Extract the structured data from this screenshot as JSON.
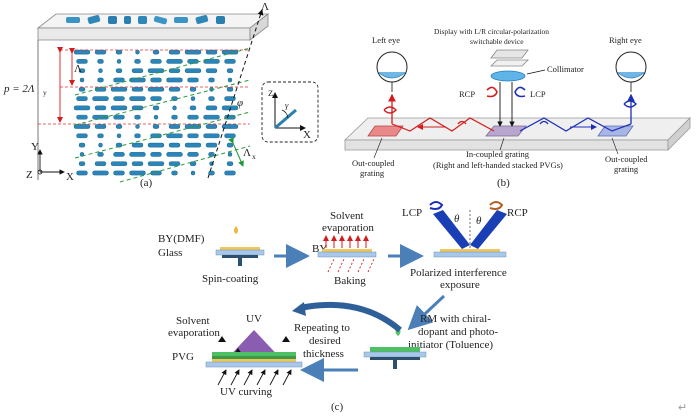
{
  "panel_a": {
    "caption": "(a)",
    "period_label": "p = 2Λ",
    "period_sub": "y",
    "lambda_label": "Λ",
    "lambda_top": "Λ",
    "lambda_x": "Λ",
    "lambda_x_sub": "x",
    "phi": "φ",
    "axis_y": "Y",
    "axis_z": "Z",
    "axis_x": "X",
    "inset_z": "Z",
    "inset_x": "X",
    "inset_gamma": "γ"
  },
  "panel_b": {
    "caption": "(b)",
    "left_eye": "Left eye",
    "right_eye": "Right eye",
    "display": "Display with L/R circular-polarization",
    "display2": "switchable device",
    "collimator": "Collimator",
    "rcp": "RCP",
    "lcp": "LCP",
    "out_left": "Out-coupled",
    "out_left2": "grating",
    "in_coupled": "In-coupled grating",
    "in_coupled2": "(Right and left-handed stacked PVGs)",
    "out_right": "Out-coupled",
    "out_right2": "grating"
  },
  "panel_c": {
    "caption": "(c)",
    "by_dmf": "BY(DMF)",
    "glass": "Glass",
    "spin": "Spin-coating",
    "solvent1": "Solvent",
    "evaporation1": "evaporation",
    "by": "BY",
    "baking": "Baking",
    "lcp": "LCP",
    "rcp": "RCP",
    "theta": "θ",
    "polarized": "Polarized interference",
    "exposure": "exposure",
    "rm1": "RM with chiral-",
    "rm2": "dopant and photo-",
    "rm3": "initiator (Toluence)",
    "repeat1": "Repeating to",
    "repeat2": "desired",
    "repeat3": "thickness",
    "solvent2": "Solvent",
    "evaporation2": "evaporation",
    "uv": "UV",
    "pvg": "PVG",
    "uv_curving": "UV curving"
  },
  "return_glyph": "↵"
}
